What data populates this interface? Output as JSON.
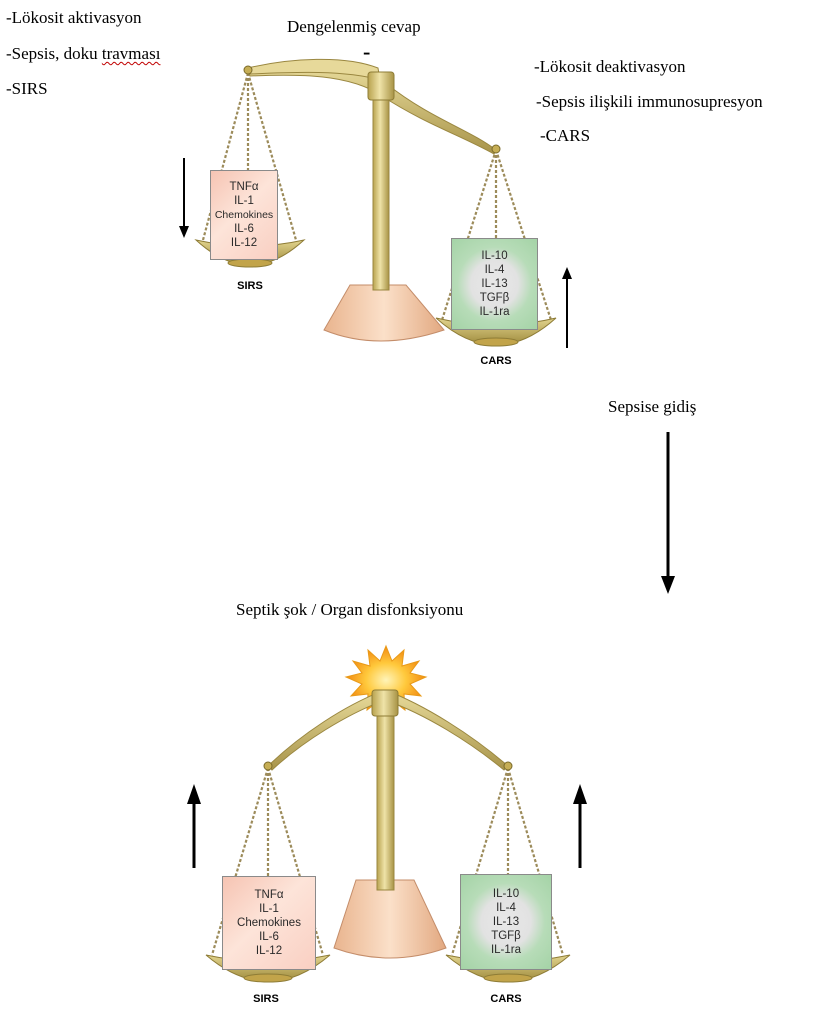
{
  "left_notes": [
    "-Lökosit aktivasyon",
    "-Sepsis, doku travması",
    "-SIRS"
  ],
  "left_notes_misspelled_word": "travması",
  "right_notes": [
    "-Lökosit deaktivasyon",
    "-Sepsis ilişkili immunosupresyon",
    "-CARS"
  ],
  "top_scale": {
    "title": "Dengelenmiş cevap",
    "marker": "-"
  },
  "transition_label": "Sepsise gidiş",
  "bottom_scale": {
    "title": "Septik şok / Organ disfonksiyonu"
  },
  "sirs": {
    "label": "SIRS",
    "items": [
      "TNFα",
      "IL-1",
      "Chemokines",
      "IL-6",
      "IL-12"
    ]
  },
  "cars": {
    "label": "CARS",
    "items": [
      "IL-10",
      "IL-4",
      "IL-13",
      "TGFβ",
      "IL-1ra"
    ]
  },
  "colors": {
    "scale_gold": "#c9b66a",
    "pedestal": "#f2c7a3",
    "sirs_box": "#f6c4b3",
    "cars_box": "#a4d3a6",
    "burst": "#f7a21b"
  }
}
